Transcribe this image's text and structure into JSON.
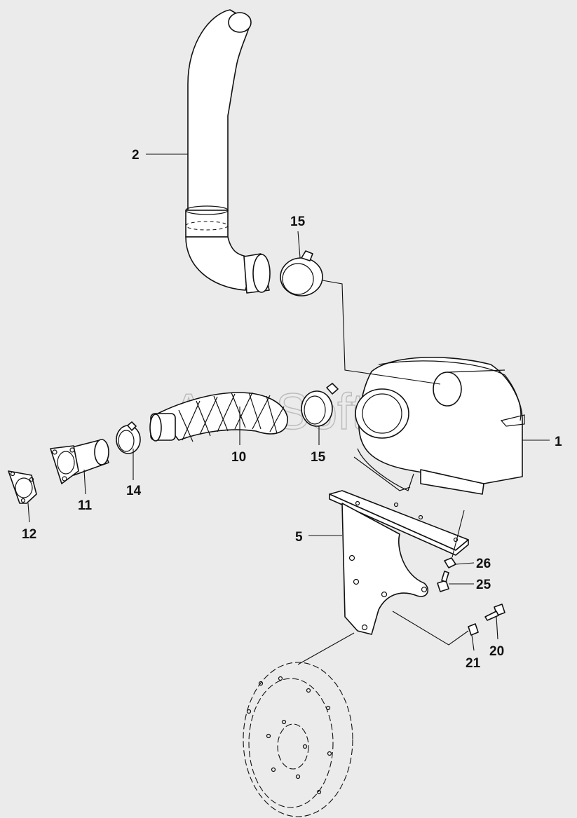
{
  "watermark": "AutoSoft",
  "callouts": {
    "c1": "1",
    "c2": "2",
    "c5": "5",
    "c10": "10",
    "c11": "11",
    "c12": "12",
    "c14": "14",
    "c15a": "15",
    "c15b": "15",
    "c20": "20",
    "c21": "21",
    "c25": "25",
    "c26": "26"
  },
  "colors": {
    "background": "#ebebeb",
    "line": "#111111",
    "part_fill": "#ffffff",
    "watermark": "#bdbdbd"
  }
}
